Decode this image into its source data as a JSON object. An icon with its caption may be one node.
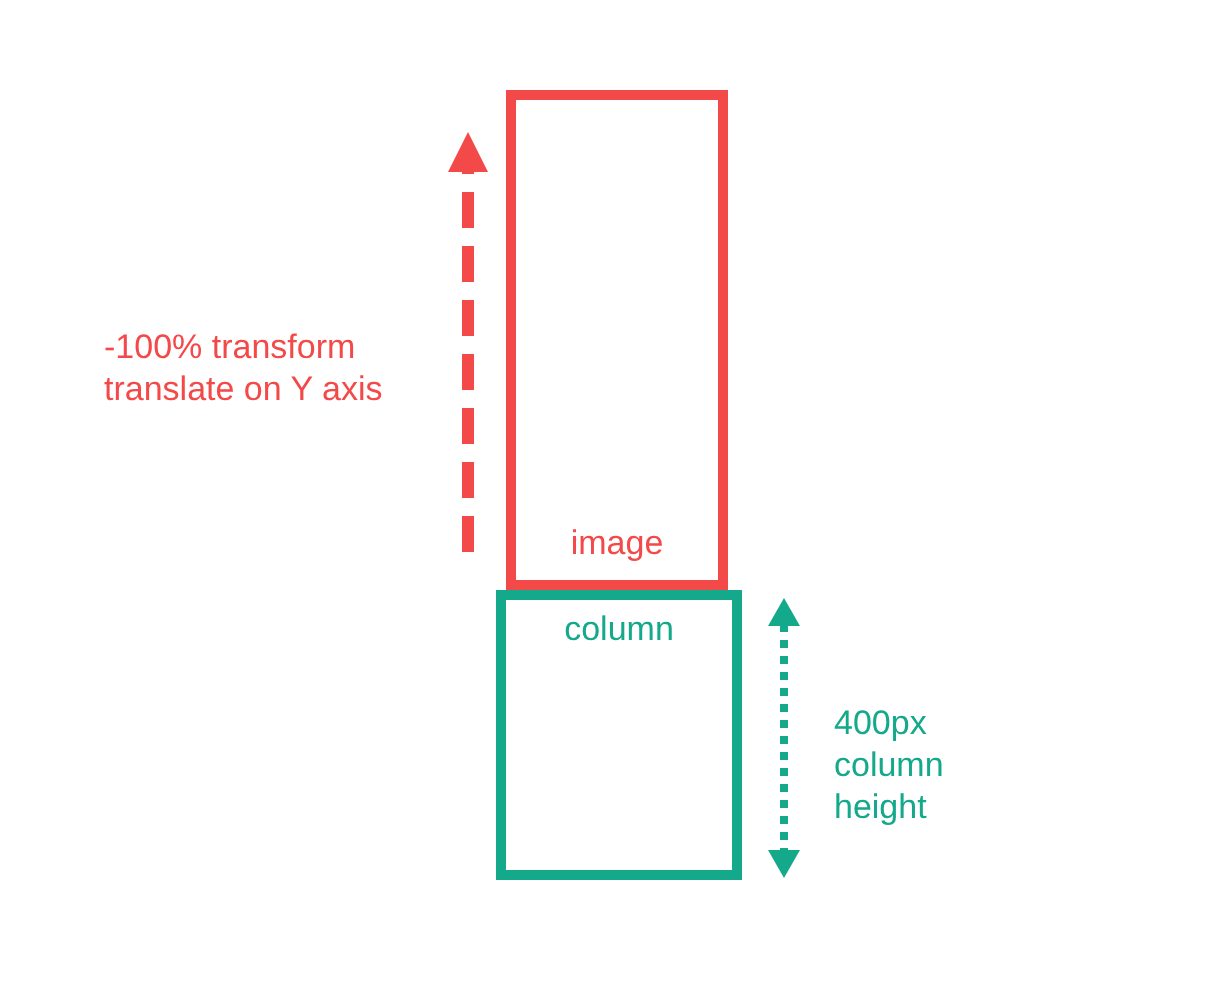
{
  "diagram": {
    "nodes": [
      {
        "text": [
          "image"
        ]
      },
      {
        "text": [
          "column"
        ]
      }
    ],
    "labels": [
      "-100% transform translate on Y axis",
      "400px column height"
    ]
  }
}
